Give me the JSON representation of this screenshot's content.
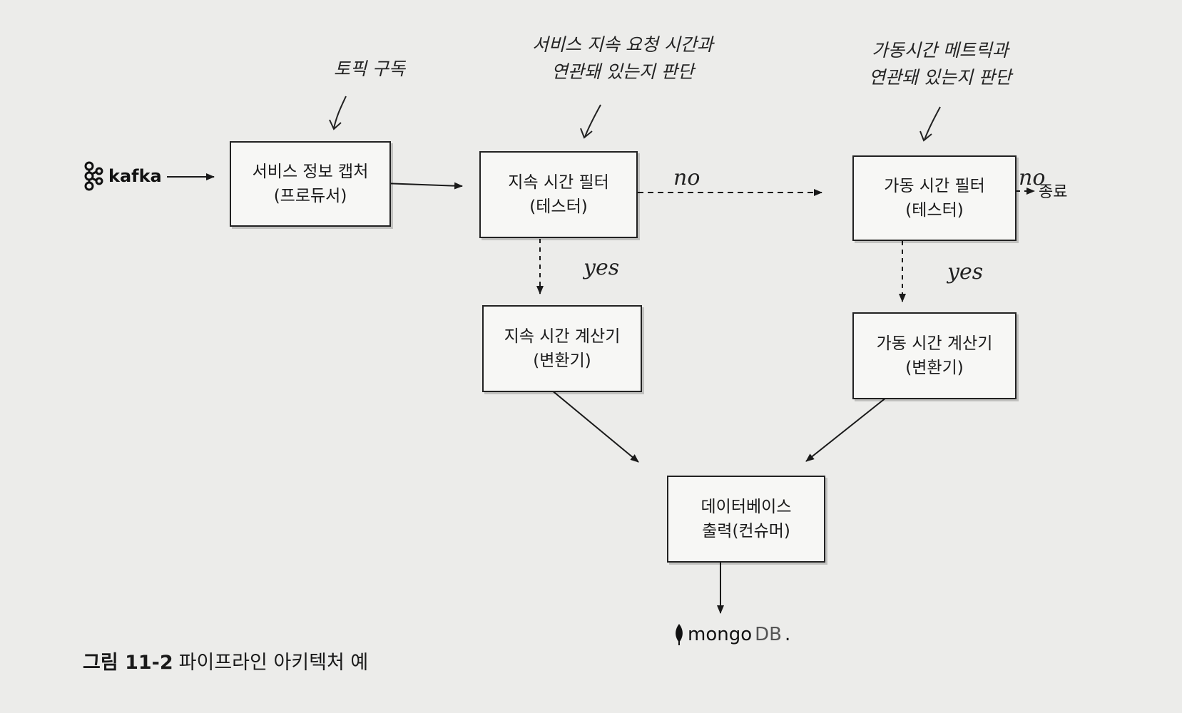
{
  "nodes": {
    "producer": {
      "line1": "서비스 정보 캡처",
      "line2": "(프로듀서)"
    },
    "dur_filter": {
      "line1": "지속 시간 필터",
      "line2": "(테스터)"
    },
    "up_filter": {
      "line1": "가동 시간 필터",
      "line2": "(테스터)"
    },
    "dur_calc": {
      "line1": "지속 시간 계산기",
      "line2": "(변환기)"
    },
    "up_calc": {
      "line1": "가동 시간 계산기",
      "line2": "(변환기)"
    },
    "db_output": {
      "line1": "데이터베이스",
      "line2": "출력(컨슈머)"
    }
  },
  "logos": {
    "kafka": "kafka",
    "mongodb": {
      "part1": "mongo",
      "part2": "DB",
      "suffix": "."
    }
  },
  "end_label": "종료",
  "edge_labels": {
    "dur_no": "no",
    "dur_yes": "yes",
    "up_no": "no",
    "up_yes": "yes"
  },
  "annotations": {
    "topic": "토픽 구독",
    "duration_line1": "서비스 지속 요청 시간과",
    "duration_line2": "연관돼 있는지 판단",
    "uptime_line1": "가동시간 메트릭과",
    "uptime_line2": "연관돼 있는지 판단"
  },
  "caption": {
    "number": "그림 11-2",
    "text": "파이프라인 아키텍처 예"
  },
  "icons": [
    "kafka-logo-icon",
    "mongodb-leaf-icon"
  ]
}
